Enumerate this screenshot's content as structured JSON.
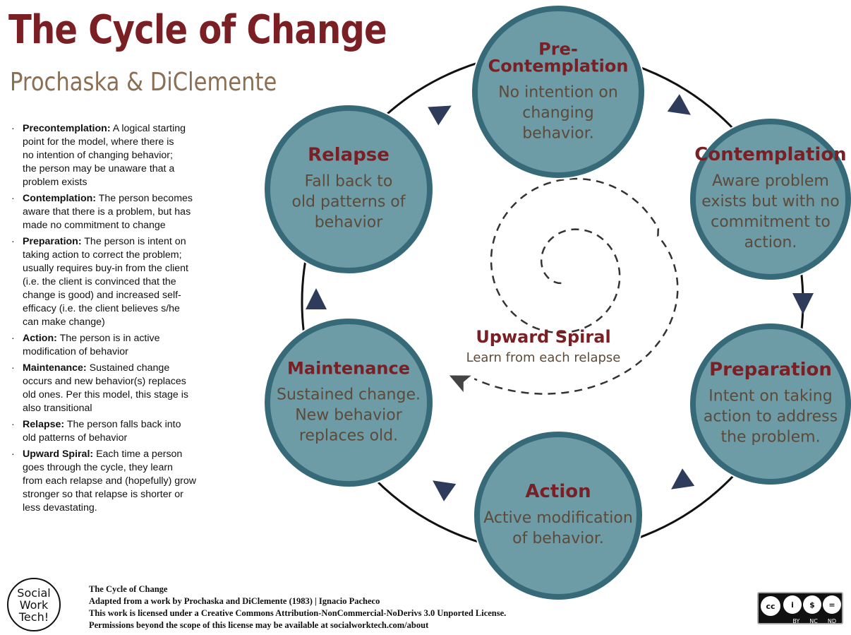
{
  "header": {
    "title": "The Cycle of Change",
    "subtitle": "Prochaska & DiClemente"
  },
  "descriptions": [
    {
      "term": "Precontemplation:",
      "lines": [
        "A logical starting",
        "point for the model, where there is",
        "no intention of changing behavior;",
        "the person may be unaware that a",
        "problem exists"
      ]
    },
    {
      "term": "Contemplation:",
      "lines": [
        "The person becomes",
        "aware that there is a problem, but has",
        "made no commitment to change"
      ]
    },
    {
      "term": "Preparation:",
      "lines": [
        "The person is intent on",
        "taking action to correct the problem;",
        "usually requires buy-in from the client",
        "(i.e. the client is convinced that the",
        "change is good) and increased self-",
        "efficacy (i.e. the client believes s/he",
        "can make change)"
      ]
    },
    {
      "term": "Action:",
      "lines": [
        "The person is in active",
        "modification of behavior"
      ]
    },
    {
      "term": "Maintenance:",
      "lines": [
        "Sustained change",
        "occurs and new behavior(s) replaces",
        "old ones. Per this model, this stage is",
        "also transitional"
      ]
    },
    {
      "term": "Relapse:",
      "lines": [
        "The person falls back into",
        "old patterns of behavior"
      ]
    },
    {
      "term": "Upward Spiral:",
      "lines": [
        "Each time a person",
        "goes through the cycle, they learn",
        "from each relapse and (hopefully) grow",
        "stronger so that relapse is shorter or",
        "less devastating."
      ]
    }
  ],
  "stages": [
    {
      "id": "precontemplation",
      "title": [
        "Pre-",
        "Contemplation"
      ],
      "body": [
        "No intention on",
        "changing",
        "behavior."
      ]
    },
    {
      "id": "contemplation",
      "title": [
        "Contemplation"
      ],
      "body": [
        "Aware problem",
        "exists but with no",
        "commitment to",
        "action."
      ]
    },
    {
      "id": "preparation",
      "title": [
        "Preparation"
      ],
      "body": [
        "Intent on taking",
        "action to address",
        "the problem."
      ]
    },
    {
      "id": "action",
      "title": [
        "Action"
      ],
      "body": [
        "Active modification",
        "of behavior."
      ]
    },
    {
      "id": "maintenance",
      "title": [
        "Maintenance"
      ],
      "body": [
        "Sustained change.",
        "New behavior",
        "replaces old."
      ]
    },
    {
      "id": "relapse",
      "title": [
        "Relapse"
      ],
      "body": [
        "Fall back to",
        "old patterns of",
        "behavior"
      ]
    }
  ],
  "spiral": {
    "title": "Upward Spiral",
    "caption": "Learn from each relapse"
  },
  "footer": {
    "logo_lines": [
      "Social",
      "Work",
      "Tech!"
    ],
    "credit_lines": [
      "The Cycle of Change",
      "Adapted from a work by Prochaska and DiClemente (1983) | Ignacio Pacheco",
      "This work is licensed under a Creative Commons Attribution-NonCommercial-NoDerivs 3.0 Unported License.",
      "Permissions beyond the scope of this license may be available at socialworktech.com/about"
    ],
    "license_icons": [
      "cc",
      "i",
      "$",
      "="
    ],
    "license_labels": [
      "BY",
      "NC",
      "ND"
    ]
  },
  "colors": {
    "title": "#7a1f24",
    "subtitle": "#8a6f55",
    "circle_fill": "#6d9ba6",
    "circle_border": "#376a79",
    "arrow": "#2f3b5a",
    "body_text": "#5c4a3a"
  }
}
